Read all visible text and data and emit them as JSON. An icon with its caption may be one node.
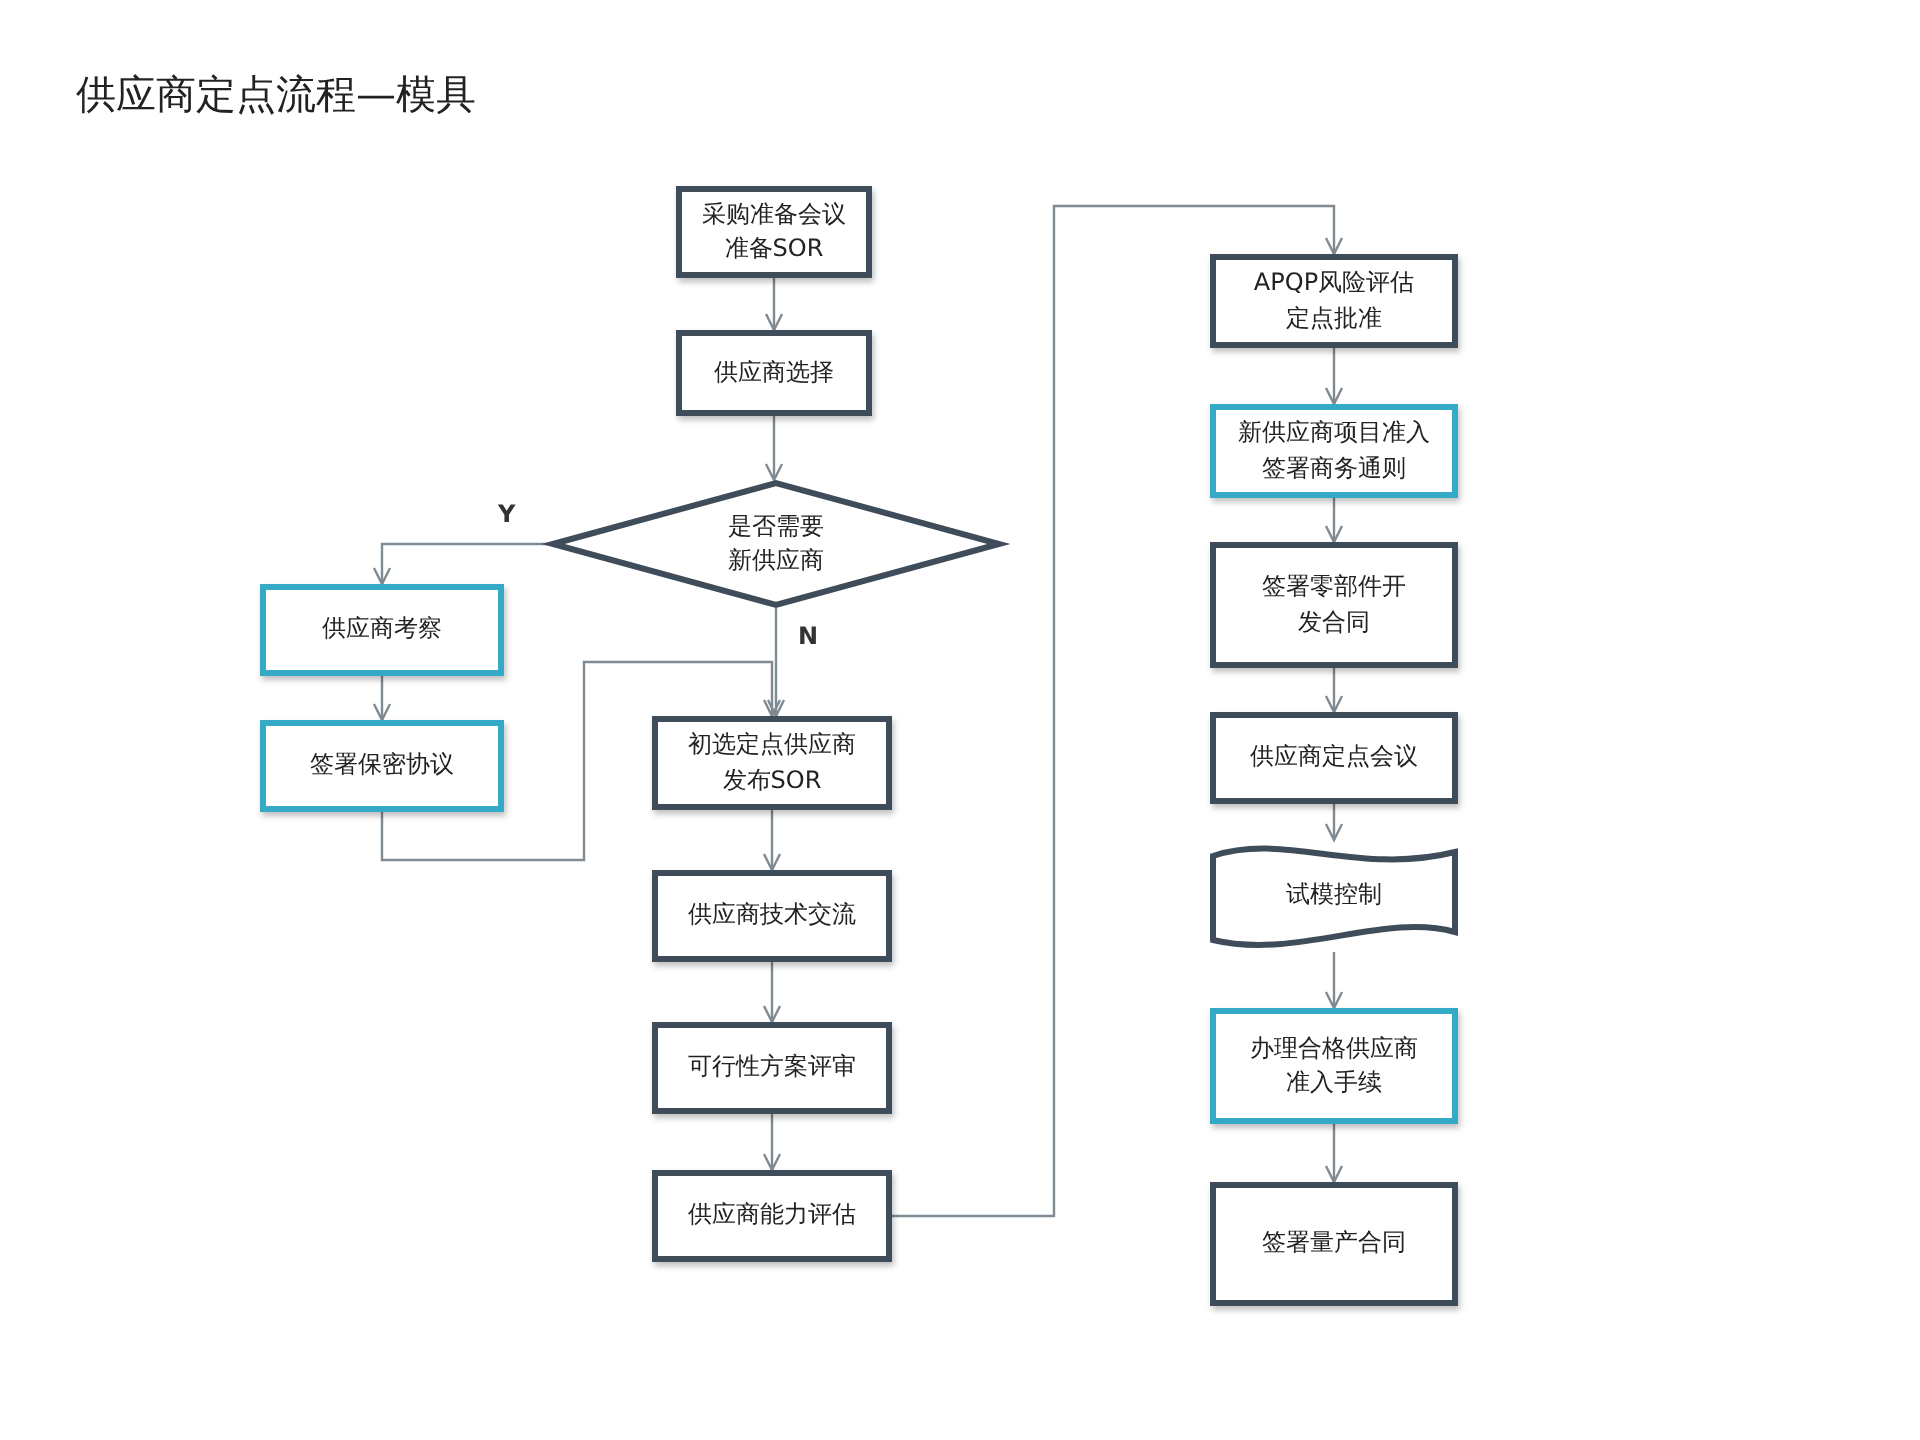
{
  "diagram": {
    "title": "供应商定点流程—模具",
    "nodes": [
      {
        "text": [
          "采购准备会议准备SOR"
        ]
      },
      {
        "text": [
          "供应商选择"
        ]
      },
      {
        "text": [
          "是否需要新供应商"
        ]
      },
      {
        "text": [
          "供应商考察"
        ]
      },
      {
        "text": [
          "签署保密协议"
        ]
      },
      {
        "text": [
          "初选定点供应商发布SOR"
        ]
      },
      {
        "text": [
          "供应商技术交流"
        ]
      },
      {
        "text": [
          "可行性方案评审"
        ]
      },
      {
        "text": [
          "供应商能力评估"
        ]
      },
      {
        "text": [
          "APQP风险评估定点批准"
        ]
      },
      {
        "text": [
          "新供应商项目准入签署商务通则"
        ]
      },
      {
        "text": [
          "签署零部件开发合同"
        ]
      },
      {
        "text": [
          "供应商定点会议"
        ]
      },
      {
        "text": [
          "试模控制"
        ]
      },
      {
        "text": [
          "办理合格供应商准入手续"
        ]
      },
      {
        "text": [
          "签署量产合同"
        ]
      }
    ],
    "edges": [
      {
        "from": 0,
        "to": 1,
        "arrow": "to"
      },
      {
        "from": 1,
        "to": 2,
        "arrow": "to"
      },
      {
        "from": 2,
        "to": 3,
        "arrow": "to",
        "label": "Y"
      },
      {
        "from": 2,
        "to": 5,
        "arrow": "to",
        "label": "N"
      },
      {
        "from": 3,
        "to": 4,
        "arrow": "to"
      },
      {
        "from": 4,
        "to": 5,
        "arrow": "to"
      },
      {
        "from": 5,
        "to": 6,
        "arrow": "to"
      },
      {
        "from": 6,
        "to": 7,
        "arrow": "to"
      },
      {
        "from": 7,
        "to": 8,
        "arrow": "to"
      },
      {
        "from": 8,
        "to": 9,
        "arrow": "to"
      },
      {
        "from": 9,
        "to": 10,
        "arrow": "to"
      },
      {
        "from": 10,
        "to": 11,
        "arrow": "to"
      },
      {
        "from": 11,
        "to": 12,
        "arrow": "to"
      },
      {
        "from": 12,
        "to": 13,
        "arrow": "to"
      },
      {
        "from": 13,
        "to": 14,
        "arrow": "to"
      },
      {
        "from": 14,
        "to": 15,
        "arrow": "to"
      }
    ]
  }
}
